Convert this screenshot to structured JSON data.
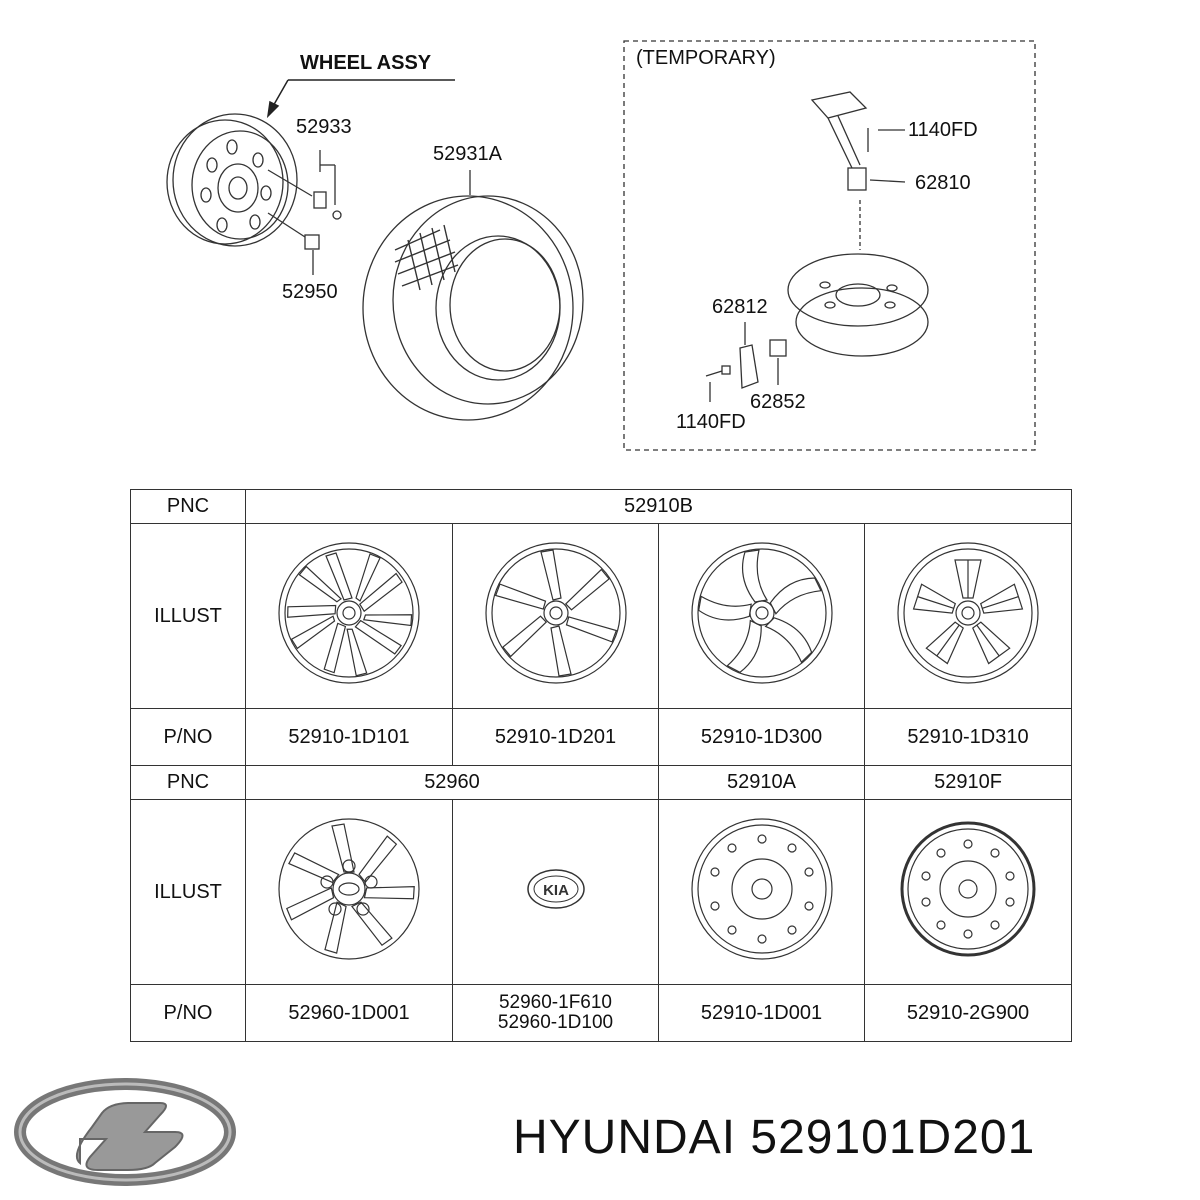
{
  "diagram": {
    "wheel_assy_title": "WHEEL ASSY",
    "temporary_title": "(TEMPORARY)",
    "callouts": {
      "valve": "52933",
      "tire": "52931A",
      "nut": "52950",
      "bolt_top": "1140FD",
      "carrier": "62810",
      "bracket": "62812",
      "bolt_bottom": "1140FD",
      "pad": "62852"
    }
  },
  "table": {
    "pnc_label": "PNC",
    "illust_label": "ILLUST",
    "pno_label": "P/NO",
    "row1": {
      "pnc": "52910B",
      "parts": [
        "52910-1D101",
        "52910-1D201",
        "52910-1D300",
        "52910-1D310"
      ]
    },
    "row2": {
      "pnc_a": "52960",
      "pnc_b": "52910A",
      "pnc_c": "52910F",
      "parts": [
        "52960-1D001",
        "52960-1F610",
        "52960-1D100",
        "52910-1D001",
        "52910-2G900"
      ]
    },
    "cap_logo_text": "KIA"
  },
  "footer": {
    "brand": "HYUNDAI",
    "part_number": "529101D201"
  }
}
